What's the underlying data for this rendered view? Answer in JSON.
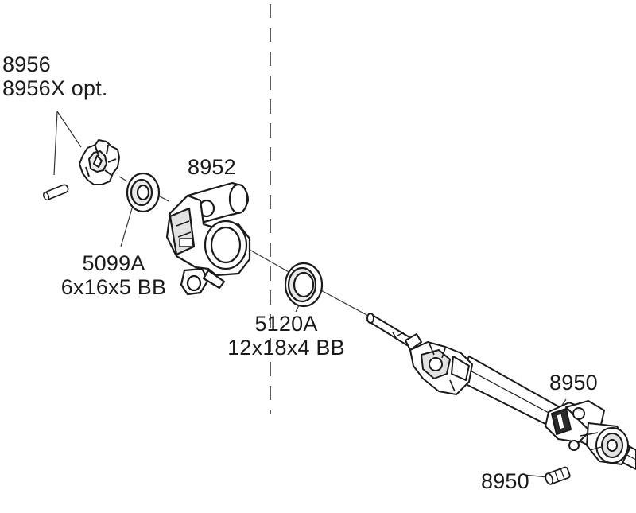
{
  "diagram": {
    "callouts": [
      {
        "id": "8956",
        "lines": [
          "8956",
          "8956X opt."
        ]
      },
      {
        "id": "8952",
        "lines": [
          "8952"
        ]
      },
      {
        "id": "5099A",
        "lines": [
          "5099A",
          "6x16x5 BB"
        ]
      },
      {
        "id": "5120A",
        "lines": [
          "5120A",
          "12x18x4 BB"
        ]
      },
      {
        "id": "8950_shaft",
        "lines": [
          "8950"
        ]
      },
      {
        "id": "8950_pin",
        "lines": [
          "8950"
        ]
      }
    ],
    "colors": {
      "line": "#1a1a1a",
      "paper": "#ffffff",
      "shade": "#e9e9e9",
      "dark": "#8a8a8a"
    }
  }
}
